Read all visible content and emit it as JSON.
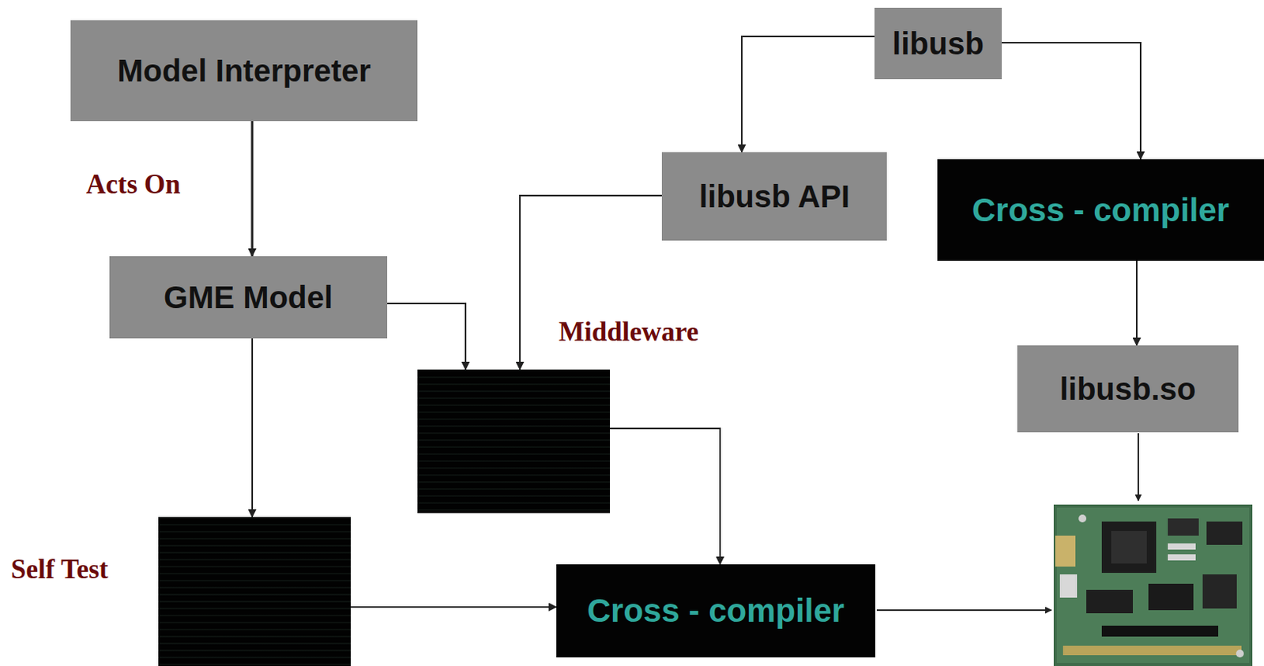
{
  "diagram": {
    "nodes": [
      {
        "text": [
          "Model Interpreter"
        ]
      },
      {
        "text": [
          "libusb"
        ]
      },
      {
        "text": [
          "libusb API"
        ]
      },
      {
        "text": [
          "Cross - compiler"
        ]
      },
      {
        "text": [
          "GME Model"
        ]
      },
      {
        "text": [
          "Middleware"
        ]
      },
      {
        "text": [
          "libusb.so"
        ]
      },
      {
        "text": [
          "Self Test"
        ]
      },
      {
        "text": [
          "Cross - compiler"
        ]
      }
    ],
    "edges": [
      {
        "from": 0,
        "to": 4,
        "label": "Acts On",
        "arrow": "to"
      },
      {
        "from": 1,
        "to": 2,
        "arrow": "to"
      },
      {
        "from": 1,
        "to": 3,
        "arrow": "to"
      },
      {
        "from": 2,
        "to": 5,
        "arrow": "to"
      },
      {
        "from": 4,
        "to": 5,
        "arrow": "to"
      },
      {
        "from": 4,
        "to": 7,
        "arrow": "to"
      },
      {
        "from": 5,
        "to": 8,
        "arrow": "to"
      },
      {
        "from": 7,
        "to": 8,
        "arrow": "to"
      },
      {
        "from": 3,
        "to": 6,
        "arrow": "to"
      }
    ]
  }
}
